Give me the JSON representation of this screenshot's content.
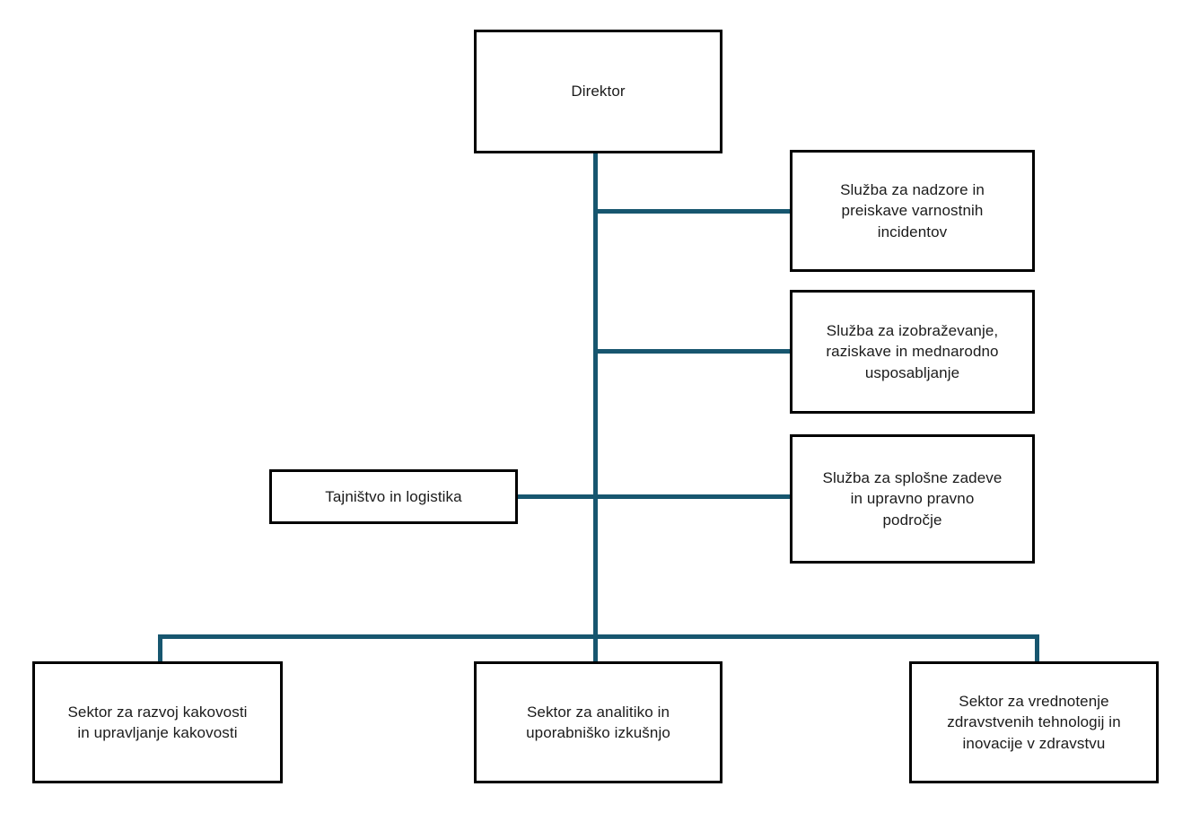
{
  "chart_data": {
    "type": "diagram",
    "diagram_kind": "organizational-chart",
    "orientation": "top-down-with-side-branches",
    "colors": {
      "connector": "#17566f",
      "node_border": "#000000",
      "node_fill": "#ffffff",
      "text": "#1b1b1b",
      "background": "#ffffff"
    },
    "nodes": [
      {
        "id": "direktor",
        "label": "Direktor",
        "level": 0
      },
      {
        "id": "nadzori",
        "label": "Služba za nadzore in preiskave varnostnih incidentov",
        "level": 1,
        "side": "right"
      },
      {
        "id": "izobrazevanje",
        "label": "Služba za izobraževanje, raziskave in mednarodno usposabljanje",
        "level": 1,
        "side": "right"
      },
      {
        "id": "splosne",
        "label": "Služba za splošne zadeve in upravno pravno področje",
        "level": 1,
        "side": "right"
      },
      {
        "id": "tajnistvo",
        "label": "Tajništvo in logistika",
        "level": 1,
        "side": "left"
      },
      {
        "id": "kakovost",
        "label": "Sektor za razvoj kakovosti in upravljanje kakovosti",
        "level": 2,
        "side": "bottom"
      },
      {
        "id": "analitika",
        "label": "Sektor za analitiko in uporabniško izkušnjo",
        "level": 2,
        "side": "bottom"
      },
      {
        "id": "vrednotenje",
        "label": "Sektor za vrednotenje zdravstvenih tehnologij in inovacije v zdravstvu",
        "level": 2,
        "side": "bottom"
      }
    ],
    "edges": [
      {
        "from": "direktor",
        "to": "nadzori"
      },
      {
        "from": "direktor",
        "to": "izobrazevanje"
      },
      {
        "from": "direktor",
        "to": "splosne"
      },
      {
        "from": "direktor",
        "to": "tajnistvo"
      },
      {
        "from": "direktor",
        "to": "kakovost"
      },
      {
        "from": "direktor",
        "to": "analitika"
      },
      {
        "from": "direktor",
        "to": "vrednotenje"
      }
    ]
  },
  "nodes": {
    "direktor": {
      "label": "Direktor"
    },
    "nadzori": {
      "label": "Služba za nadzore in\npreiskave varnostnih\nincidentov"
    },
    "izobrazevanje": {
      "label": "Služba za izobraževanje,\nraziskave in mednarodno\nusposabljanje"
    },
    "splosne": {
      "label": "Služba za splošne zadeve\nin upravno pravno\npodročje"
    },
    "tajnistvo": {
      "label": "Tajništvo in logistika"
    },
    "kakovost": {
      "label": "Sektor za razvoj kakovosti\nin upravljanje kakovosti"
    },
    "analitika": {
      "label": "Sektor za analitiko in\nuporabniško izkušnjo"
    },
    "vrednotenje": {
      "label": "Sektor za vrednotenje\nzdravstvenih tehnologij in\ninovacije v zdravstvu"
    }
  }
}
